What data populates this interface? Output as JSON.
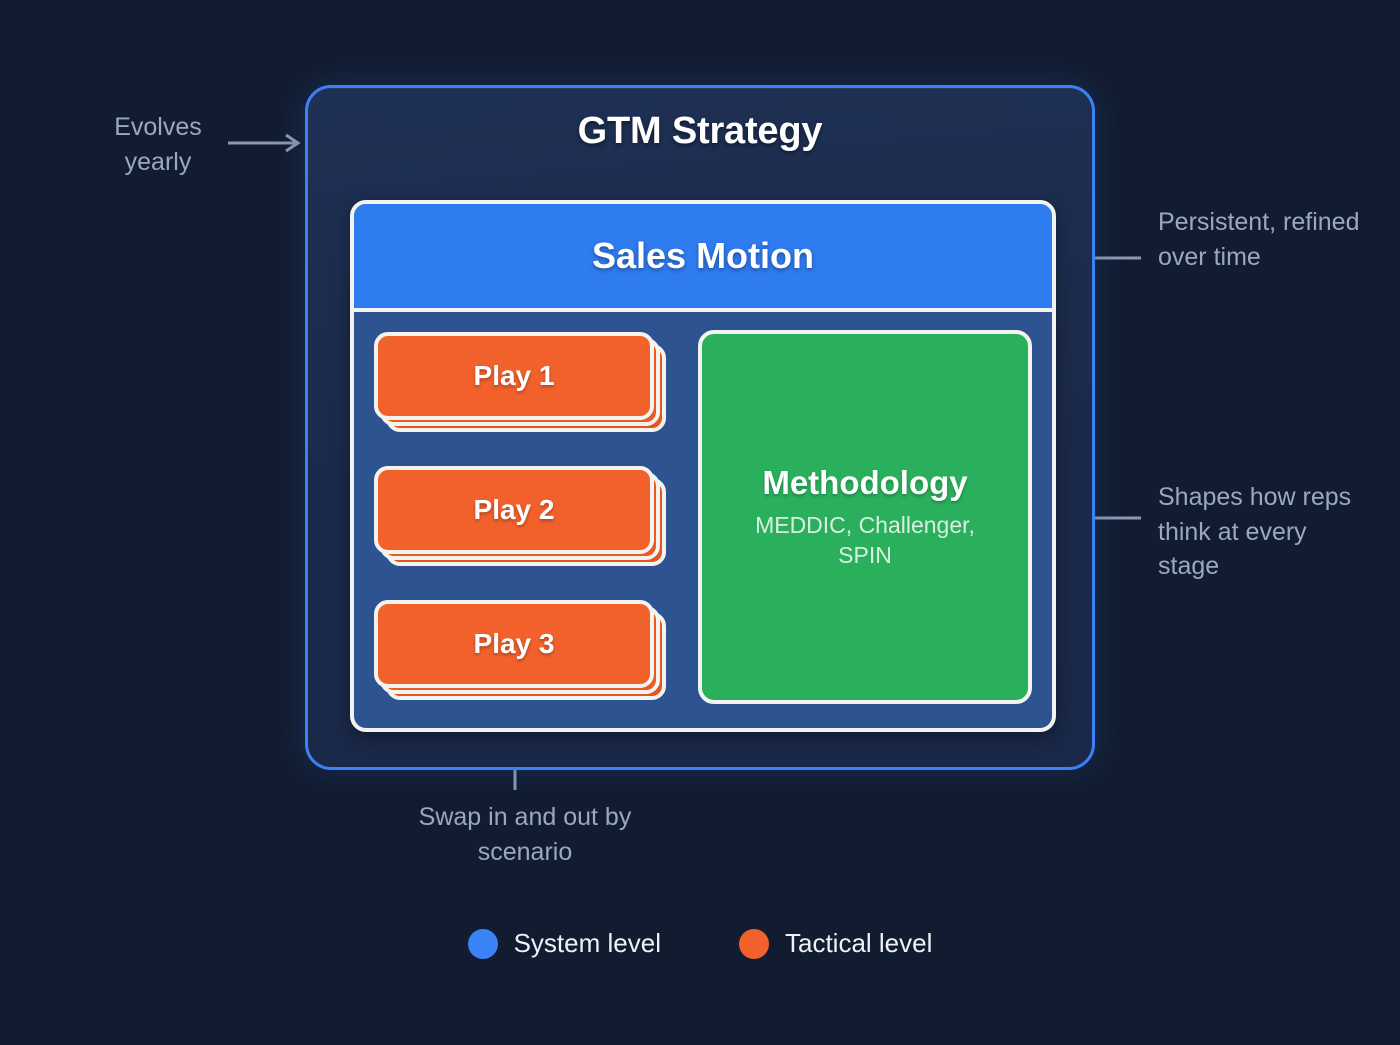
{
  "background": {
    "color": "#121c30",
    "accent": "#3b82f6"
  },
  "diagram": {
    "title": "GTM Strategy",
    "container_border_color": "#3b82f6",
    "sales_motion": {
      "label": "Sales Motion",
      "color": "#2f7bf0"
    },
    "plays": [
      {
        "label": "Play 1",
        "color": "#f2612c"
      },
      {
        "label": "Play 2",
        "color": "#f2612c"
      },
      {
        "label": "Play 3",
        "color": "#f2612c"
      }
    ],
    "methodology": {
      "title": "Methodology",
      "subtitle": "MEDDIC, Challenger, SPIN",
      "color": "#2ab05c"
    }
  },
  "annotations": [
    {
      "id": "evolves",
      "text": "Evolves yearly",
      "direction": "right"
    },
    {
      "id": "persistent",
      "text": "Persistent, refined over time",
      "direction": "left"
    },
    {
      "id": "shapes",
      "text": "Shapes how reps think at every stage",
      "direction": "left"
    },
    {
      "id": "swap",
      "text": "Swap in and out by scenario",
      "direction": "up"
    }
  ],
  "legend": {
    "items": [
      {
        "label": "System level",
        "color": "#3b82f6"
      },
      {
        "label": "Tactical level",
        "color": "#f2612c"
      }
    ]
  }
}
